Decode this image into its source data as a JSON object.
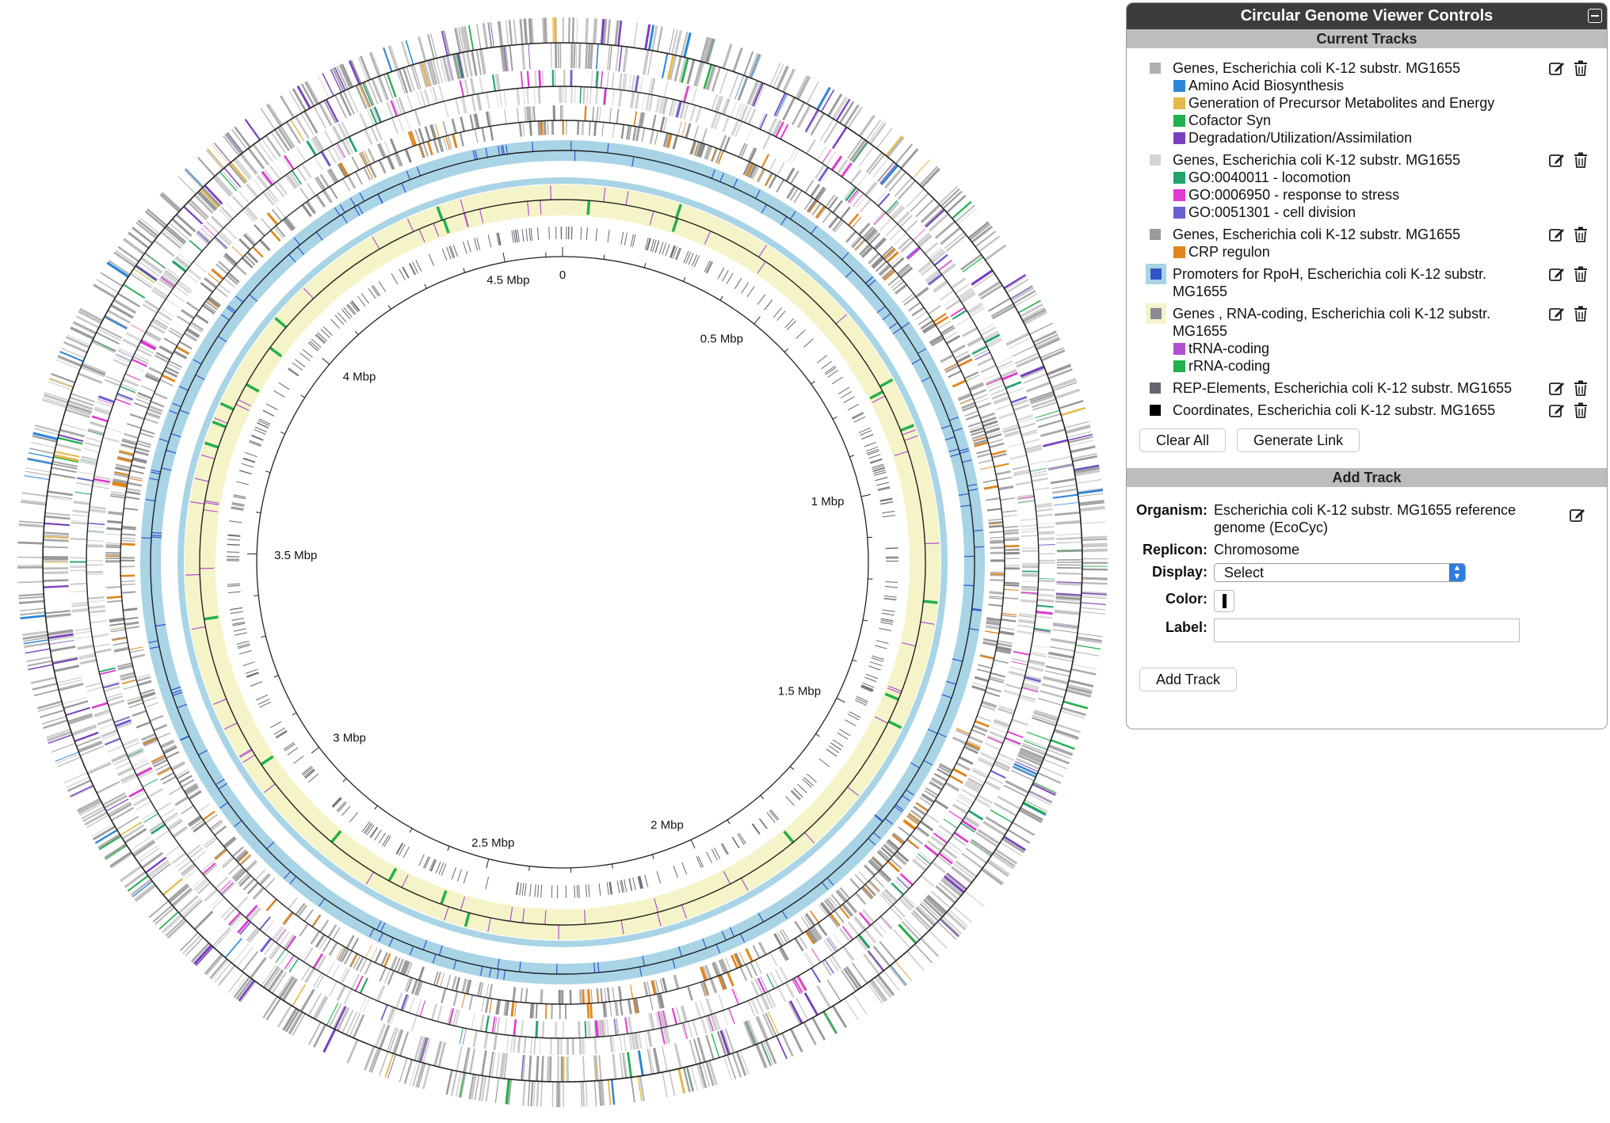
{
  "genome_view": {
    "coordinate_labels": [
      "0",
      "0.5 Mbp",
      "1 Mbp",
      "1.5 Mbp",
      "2 Mbp",
      "2.5 Mbp",
      "3 Mbp",
      "3.5 Mbp",
      "4 Mbp",
      "4.5 Mbp"
    ],
    "colors": {
      "gene_gray": "#9a9a9a",
      "gene_light": "#cfcfcf",
      "promoter_band": "#a8d4e6",
      "rna_band": "#f5f4c8",
      "amino_acid": "#2b86d8",
      "precursor": "#e6b94a",
      "cofactor": "#22b04c",
      "degradation": "#7a3fbf",
      "locomotion": "#22a36a",
      "stress": "#e03ad0",
      "division": "#6a5fd0",
      "crp": "#e0861c",
      "promoter": "#3355cc",
      "trna": "#b050d0",
      "rrna": "#22b04c",
      "rep": "#666670"
    }
  },
  "panel": {
    "title": "Circular Genome Viewer Controls",
    "current_tracks_header": "Current Tracks",
    "tracks": [
      {
        "label": "Genes, Escherichia coli K-12 substr. MG1655",
        "swatch": "#b0b0b0",
        "subitems": [
          {
            "label": "Amino Acid Biosynthesis",
            "color": "#2b86d8"
          },
          {
            "label": "Generation of Precursor Metabolites and Energy",
            "color": "#e6b94a"
          },
          {
            "label": "Cofactor Syn",
            "color": "#22b04c"
          },
          {
            "label": "Degradation/Utilization/Assimilation",
            "color": "#7a3fbf"
          }
        ]
      },
      {
        "label": "Genes, Escherichia coli K-12 substr. MG1655",
        "swatch": "#d4d4d4",
        "subitems": [
          {
            "label": "GO:0040011 - locomotion",
            "color": "#22a36a"
          },
          {
            "label": "GO:0006950 - response to stress",
            "color": "#e03ad0"
          },
          {
            "label": "GO:0051301 - cell division",
            "color": "#6a5fd0"
          }
        ]
      },
      {
        "label": "Genes, Escherichia coli K-12 substr. MG1655",
        "swatch": "#9a9a9a",
        "subitems": [
          {
            "label": "CRP regulon",
            "color": "#e0861c"
          }
        ]
      },
      {
        "label": "Promoters for RpoH, Escherichia coli K-12 substr. MG1655",
        "swatch": "#2f56c8",
        "frame": "#a8d4e6",
        "subitems": []
      },
      {
        "label": "Genes , RNA-coding, Escherichia coli K-12 substr. MG1655",
        "swatch": "#8a8a96",
        "frame": "#f5f4c8",
        "subitems": [
          {
            "label": "tRNA-coding",
            "color": "#b050d0"
          },
          {
            "label": "rRNA-coding",
            "color": "#22b04c"
          }
        ]
      },
      {
        "label": "REP-Elements, Escherichia coli K-12 substr. MG1655",
        "swatch": "#666670",
        "subitems": []
      },
      {
        "label": "Coordinates, Escherichia coli K-12 substr. MG1655",
        "swatch": "#000000",
        "subitems": []
      }
    ],
    "clear_all_label": "Clear All",
    "generate_link_label": "Generate Link",
    "add_track_header": "Add Track",
    "form": {
      "organism_label": "Organism:",
      "organism_value": "Escherichia coli K-12 substr. MG1655 reference genome (EcoCyc)",
      "replicon_label": "Replicon:",
      "replicon_value": "Chromosome",
      "display_label": "Display:",
      "display_value": "Select",
      "color_label": "Color:",
      "color_value": "#000000",
      "label_label": "Label:",
      "label_value": "",
      "add_track_button": "Add Track"
    }
  }
}
